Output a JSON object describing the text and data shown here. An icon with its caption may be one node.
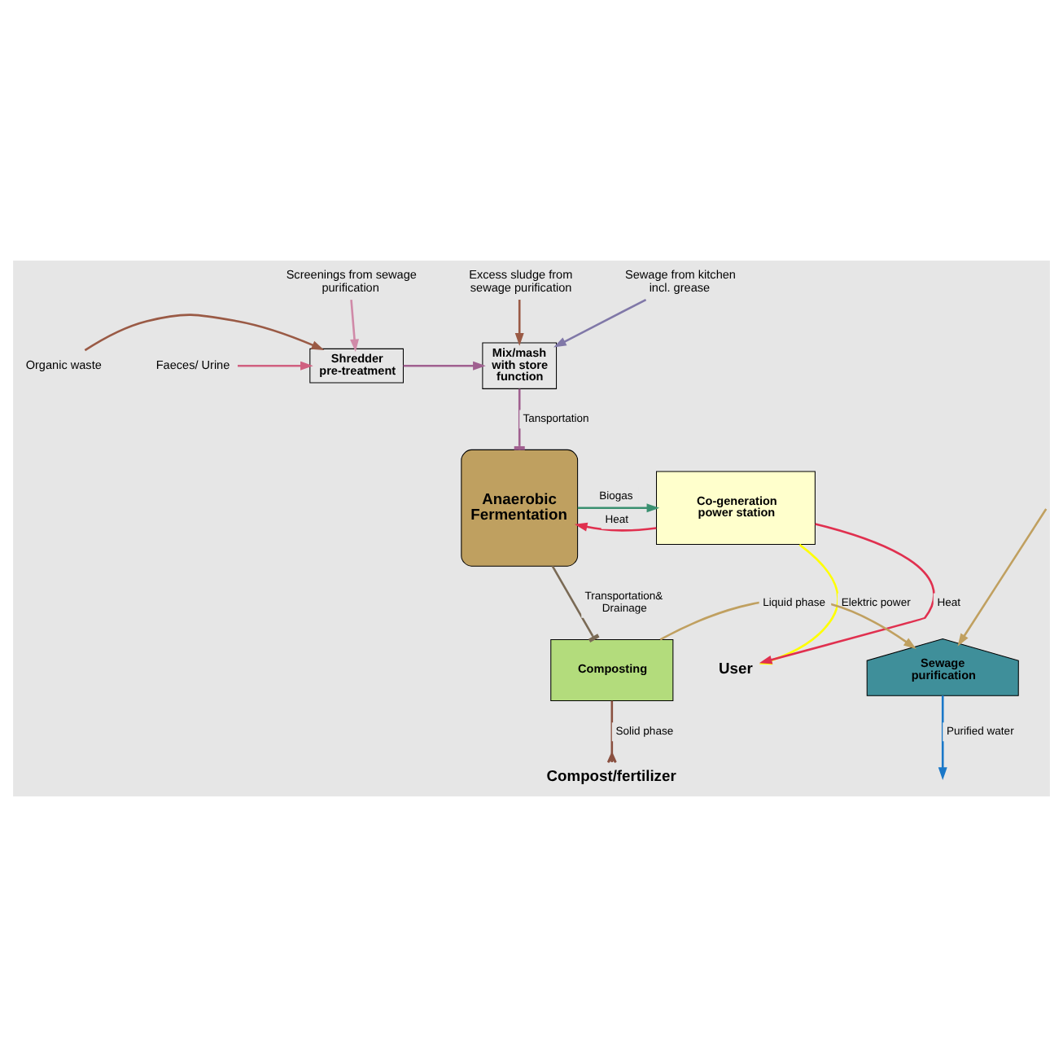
{
  "diagram": {
    "nodes": [
      {
        "text": [
          "Sewage from kitchen incl. grease"
        ]
      },
      {
        "text": [
          "Excess sludge from sewage purification"
        ]
      },
      {
        "text": [
          "Screenings from sewage purification"
        ]
      },
      {
        "text": [
          "Mix/mash with store function"
        ]
      },
      {
        "text": [
          "Shredder pre-treatment"
        ]
      },
      {
        "text": [
          "Organic waste"
        ]
      },
      {
        "text": [
          "Faeces/ Urine"
        ]
      },
      {
        "text": [
          "Anaerobic Fermentation"
        ]
      },
      {
        "text": [
          "Co-generation power station"
        ]
      },
      {
        "text": [
          "User"
        ]
      },
      {
        "text": [
          "Composting"
        ]
      },
      {
        "text": [
          "Sewage purification"
        ]
      },
      {
        "text": [
          "Compost/fertilizer"
        ]
      }
    ],
    "edges": [
      {
        "from": 0,
        "to": 3,
        "arrow": "to",
        "color": "#8078a8"
      },
      {
        "from": 1,
        "to": 3,
        "arrow": "to",
        "color": "#9a5a45"
      },
      {
        "from": 2,
        "to": 4,
        "arrow": "to",
        "color": "#d08aa8"
      },
      {
        "from": 5,
        "to": 4,
        "arrow": "to",
        "color": "#9a5a45"
      },
      {
        "from": 6,
        "to": 4,
        "arrow": "to",
        "color": "#d06080"
      },
      {
        "from": 4,
        "to": 3,
        "arrow": "to",
        "color": "#a06090"
      },
      {
        "from": 3,
        "to": 7,
        "arrow": "other",
        "label": "Tansportation",
        "color": "#a06090"
      },
      {
        "from": 7,
        "to": 8,
        "arrow": "to",
        "label": "Biogas",
        "color": "#3a9070"
      },
      {
        "from": 8,
        "to": 7,
        "arrow": "to",
        "label": "Heat",
        "color": "#e0304f"
      },
      {
        "from": 8,
        "to": 9,
        "arrow": "to",
        "label": "Elektric power",
        "color": "#ffff00"
      },
      {
        "from": 8,
        "to": 9,
        "arrow": "to",
        "label": "Heat",
        "color": "#e0304f"
      },
      {
        "from": 7,
        "to": 10,
        "arrow": "other",
        "label": "Transportation& Drainage",
        "color": "#7a6a55"
      },
      {
        "from": null,
        "to": 11,
        "arrow": "to"
      },
      {
        "from": 10,
        "to": 11,
        "arrow": "to",
        "label": "Liquid phase"
      },
      {
        "from": 11,
        "to": null,
        "arrow": "to",
        "label": "Purified water",
        "color": "#1a78c8"
      },
      {
        "from": 10,
        "to": 12,
        "arrow": "other",
        "label": "Solid phase",
        "color": "#8a5040"
      }
    ]
  }
}
